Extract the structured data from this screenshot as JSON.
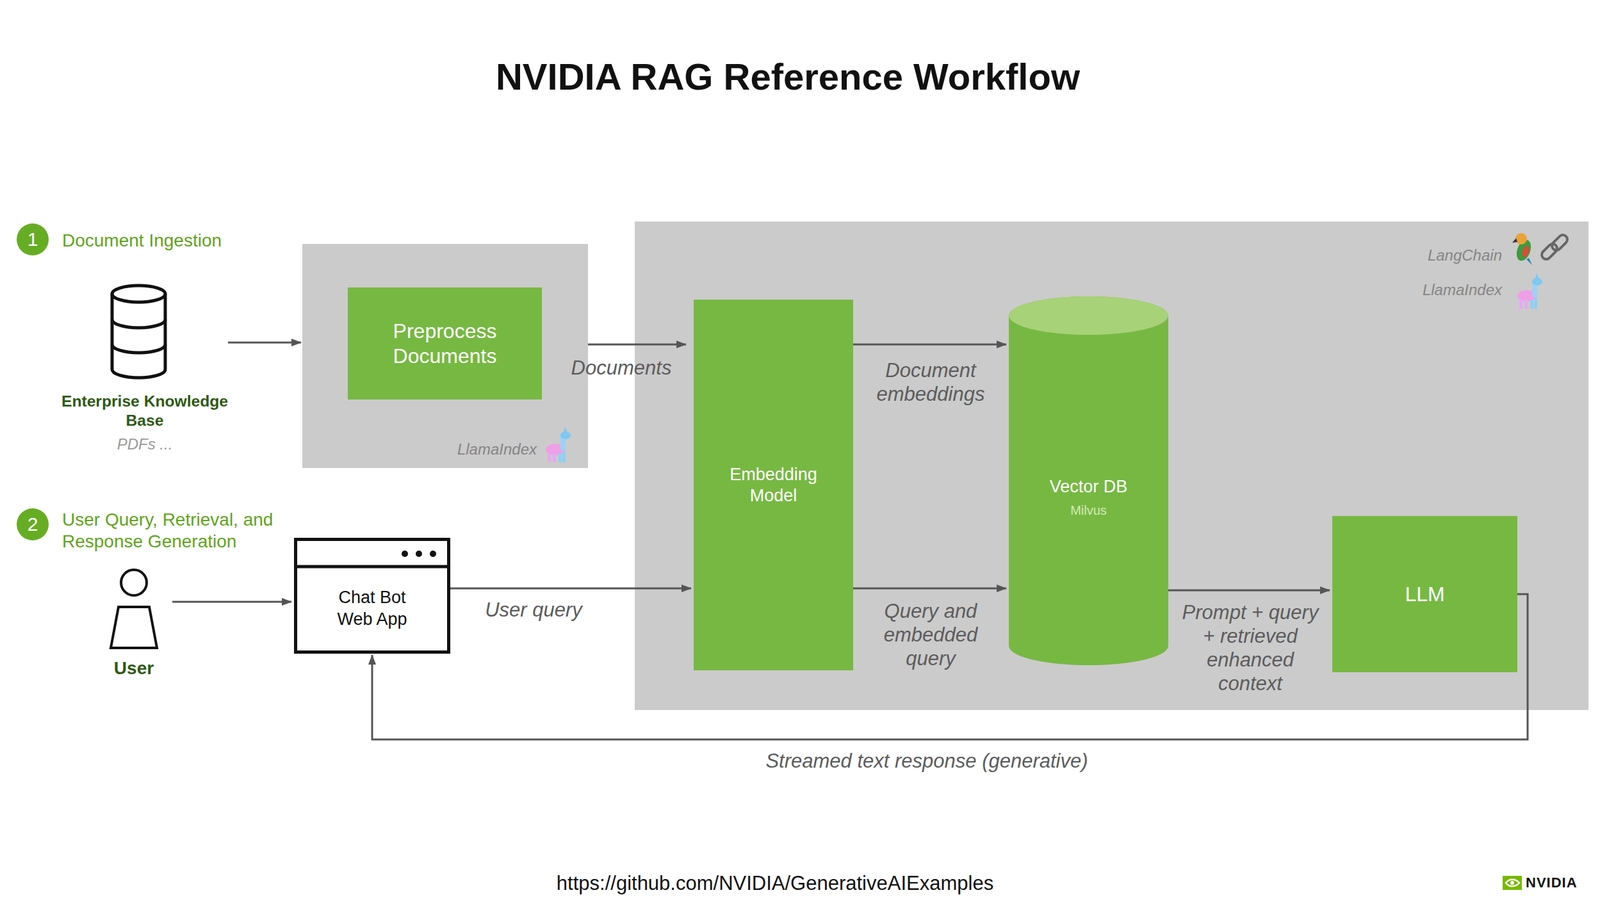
{
  "diagram": {
    "title": "NVIDIA RAG Reference Workflow",
    "caption": "https://github.com/NVIDIA/GenerativeAIExamples",
    "nodes": [
      {
        "text": [
          "Enterprise Knowledge Base",
          "PDFs ..."
        ]
      },
      {
        "text": [
          "LlamaIndex"
        ]
      },
      {
        "text": [
          "Preprocess Documents"
        ],
        "in": 1
      },
      {
        "text": [
          "LangChain",
          "LlamaIndex"
        ]
      },
      {
        "text": [
          "Embedding Model"
        ],
        "in": 3
      },
      {
        "text": [
          "Vector DB",
          "Milvus"
        ],
        "in": 3
      },
      {
        "text": [
          "LLM"
        ],
        "in": 3
      },
      {
        "text": [
          "User"
        ]
      },
      {
        "text": [
          "Chat Bot Web App"
        ]
      }
    ],
    "edges": [
      {
        "from": 0,
        "to": 1,
        "arrow": "to"
      },
      {
        "from": 1,
        "to": 4,
        "label": "Documents",
        "arrow": "to"
      },
      {
        "from": 4,
        "to": 5,
        "label": "Document embeddings",
        "arrow": "to"
      },
      {
        "from": 7,
        "to": 8,
        "arrow": "to"
      },
      {
        "from": 8,
        "to": 4,
        "label": "User query",
        "arrow": "to"
      },
      {
        "from": 4,
        "to": 5,
        "label": "Query and embedded query",
        "arrow": "to"
      },
      {
        "from": 5,
        "to": 6,
        "label": "Prompt + query + retrieved enhanced context",
        "arrow": "to"
      },
      {
        "from": 6,
        "to": 8,
        "label": "Streamed text response (generative)",
        "arrow": "to"
      }
    ],
    "labels": [
      "1",
      "Document Ingestion",
      "2",
      "User Query, Retrieval, and Response Generation",
      "NVIDIA"
    ]
  }
}
